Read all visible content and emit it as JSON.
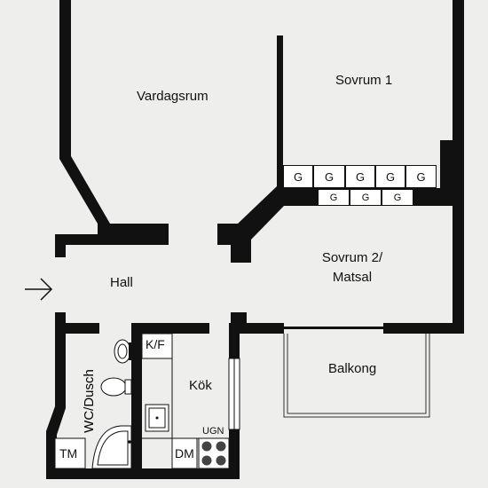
{
  "rooms": {
    "vardagsrum": "Vardagsrum",
    "sovrum1": "Sovrum 1",
    "sovrum2_line1": "Sovrum 2/",
    "sovrum2_line2": "Matsal",
    "hall": "Hall",
    "balkong": "Balkong",
    "kok": "Kök",
    "wc_dusch": "WC/Dusch"
  },
  "fixtures": {
    "kf": "K/F",
    "tm": "TM",
    "dm": "DM",
    "ugn": "UGN",
    "wardrobe_large": [
      "G",
      "G",
      "G",
      "G",
      "G"
    ],
    "wardrobe_small": [
      "G",
      "G",
      "G"
    ]
  },
  "icons": {
    "entrance": "entrance-arrow-icon",
    "toilet": "toilet-icon",
    "washbasin": "washbasin-icon",
    "shower": "shower-icon",
    "sink": "kitchen-sink-icon",
    "stove": "stove-icon"
  },
  "colors": {
    "wall": "#111111",
    "floor": "#eeeeec",
    "fixture_fill": "#ffffff"
  }
}
